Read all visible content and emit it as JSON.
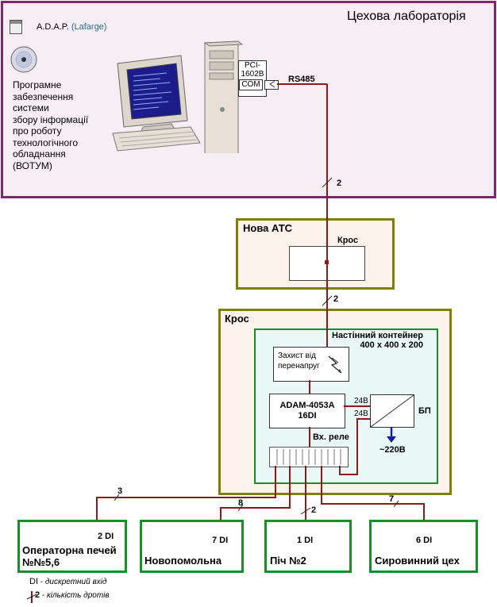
{
  "lab": {
    "title": "Цехова лабораторія",
    "adap_label": "A.D.A.P.",
    "adap_vendor": "(Lafarge)",
    "software_text": [
      "Програмне",
      "забезпечення",
      "системи",
      "збору інформації",
      "про роботу",
      "технологічного",
      "обладнання",
      "(ВОТУМ)"
    ],
    "pci_label_1": "PCI-",
    "pci_label_2": "1602B",
    "com_label": "COM",
    "rs485_label": "RS485",
    "wire_count_1": "2"
  },
  "ats": {
    "title": "Нова АТС",
    "cross_label": "Крос",
    "wire_count": "2"
  },
  "cross": {
    "title": "Крос",
    "container_title": "Настінний контейнер",
    "container_size": "400 x 400 x 200",
    "protection_label_1": "Захист від",
    "protection_label_2": "перенапруг",
    "adam_label_1": "ADAM-4053A",
    "adam_label_2": "16DI",
    "input_relay_label": "Вх. реле",
    "power_label": "БП",
    "v24_a": "24В",
    "v24_b": "24В",
    "mains_label": "~220В"
  },
  "wire_counts": {
    "op": "3",
    "novo": "8",
    "pich": "2",
    "syr": "7"
  },
  "stations": [
    {
      "di": "2 DI",
      "name": "Операторна печей №№5,6"
    },
    {
      "di": "7 DI",
      "name": "Новопомольна"
    },
    {
      "di": "1 DI",
      "name": "Піч №2"
    },
    {
      "di": "6 DI",
      "name": "Сировинний цех"
    }
  ],
  "legend": {
    "di_abbr": "DI",
    "di_desc": "- дискретний вхід",
    "wire_num": "2",
    "wire_desc": "- кількість дротів"
  },
  "colors": {
    "wire": "#8b1a1a",
    "lab_border": "#7a2b6e",
    "olive_border": "#808000",
    "green_border": "#1a8c2a",
    "mains_arrow": "#1a1aa0"
  }
}
